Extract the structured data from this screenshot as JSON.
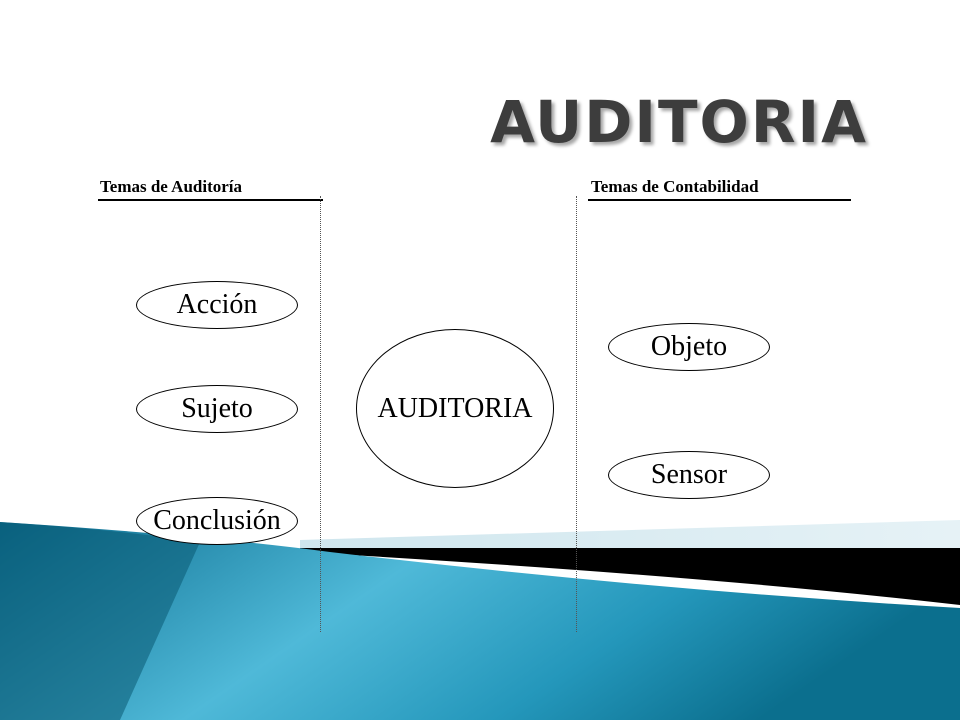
{
  "title": "AUDITORIA",
  "left_column": {
    "heading": "Temas de Auditoría",
    "items": [
      "Acción",
      "Sujeto",
      "Conclusión"
    ]
  },
  "right_column": {
    "heading": "Temas de Contabilidad",
    "items": [
      "Objeto",
      "Sensor"
    ]
  },
  "center": {
    "label": "AUDITORIA"
  },
  "colors": {
    "title": "#3d3d3d",
    "accent_teal": "#1e8fb0",
    "accent_light": "#5bc0dc",
    "accent_dark": "#0a5a73",
    "band_black": "#000000"
  }
}
